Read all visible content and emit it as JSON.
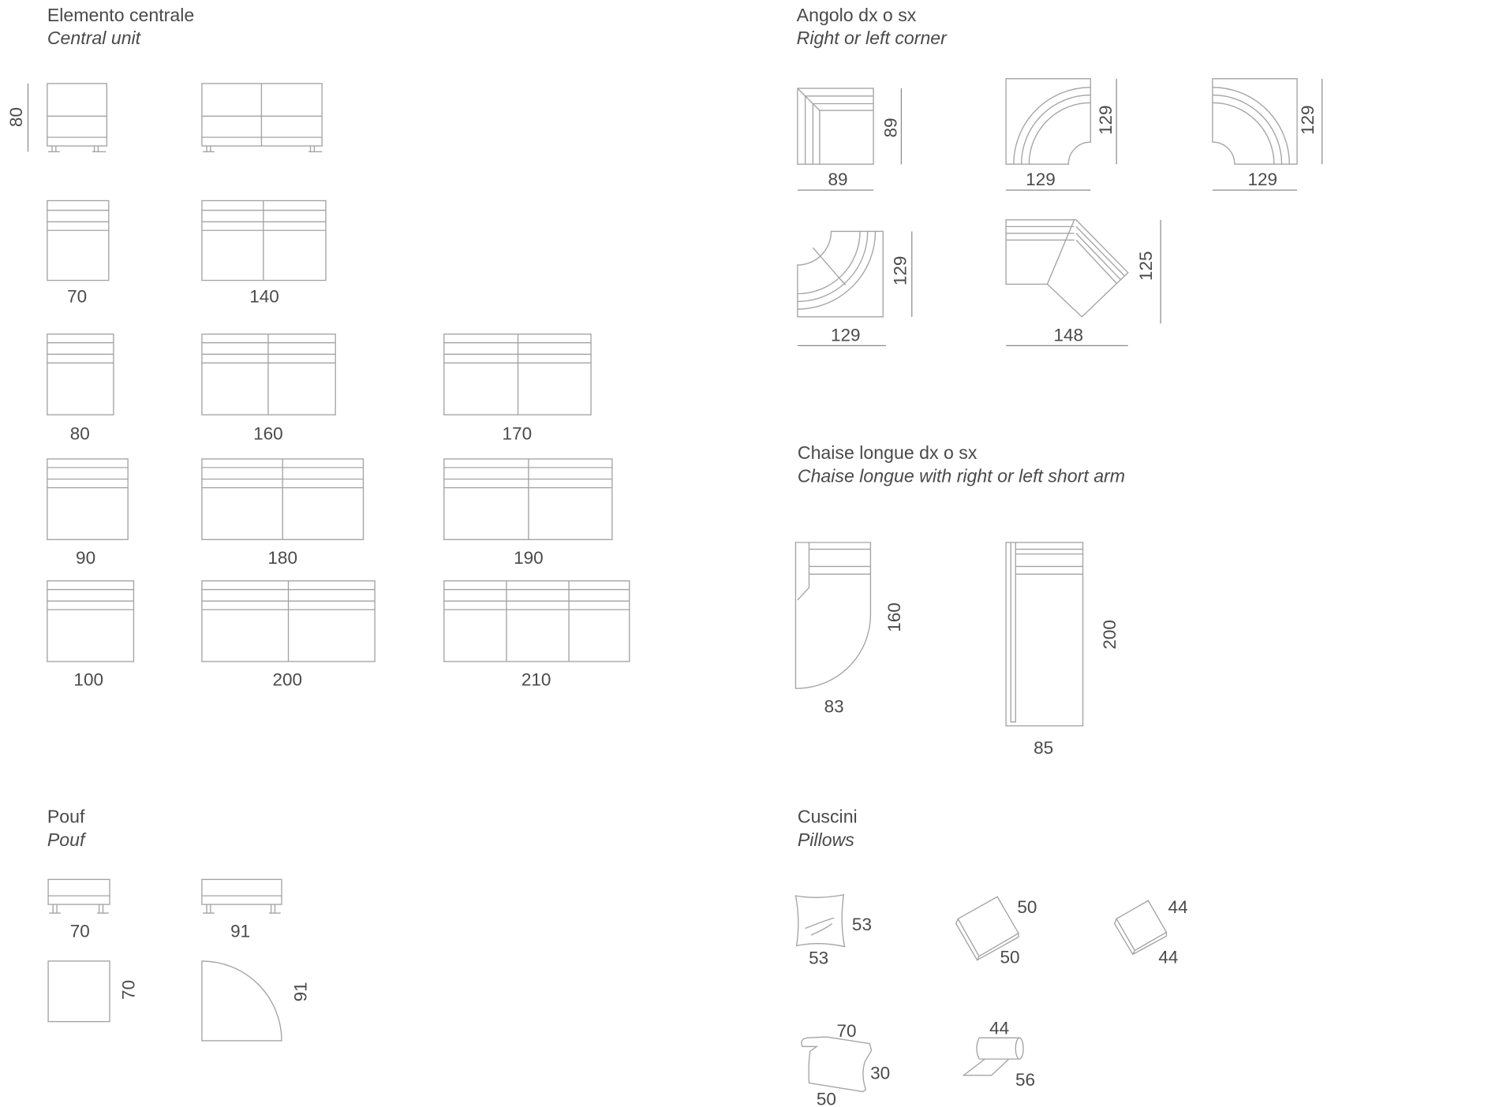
{
  "central": {
    "title": "Elemento centrale",
    "subtitle": "Central unit",
    "height": "80",
    "widths": [
      "70",
      "140",
      "80",
      "160",
      "170",
      "90",
      "180",
      "190",
      "100",
      "200",
      "210"
    ]
  },
  "pouf": {
    "title": "Pouf",
    "subtitle": "Pouf",
    "front": [
      "70",
      "91"
    ],
    "depth": [
      "70",
      "91"
    ]
  },
  "corner": {
    "title": "Angolo dx o sx",
    "subtitle": "Right or left corner",
    "items": [
      {
        "w": "89",
        "d": "89"
      },
      {
        "w": "129",
        "d": "129"
      },
      {
        "w": "129",
        "d": "129"
      },
      {
        "w": "129",
        "d": "129"
      },
      {
        "w": "148",
        "d": "125"
      }
    ]
  },
  "chaise": {
    "title": "Chaise longue dx o sx",
    "subtitle": "Chaise longue with right or left short arm",
    "items": [
      {
        "w": "83",
        "d": "160"
      },
      {
        "w": "85",
        "d": "200"
      }
    ]
  },
  "pillows": {
    "title": "Cuscini",
    "subtitle": "Pillows",
    "items": [
      [
        "53",
        "53"
      ],
      [
        "50",
        "50"
      ],
      [
        "44",
        "44"
      ],
      [
        "70",
        "30",
        "50"
      ],
      [
        "44",
        "56"
      ]
    ]
  }
}
